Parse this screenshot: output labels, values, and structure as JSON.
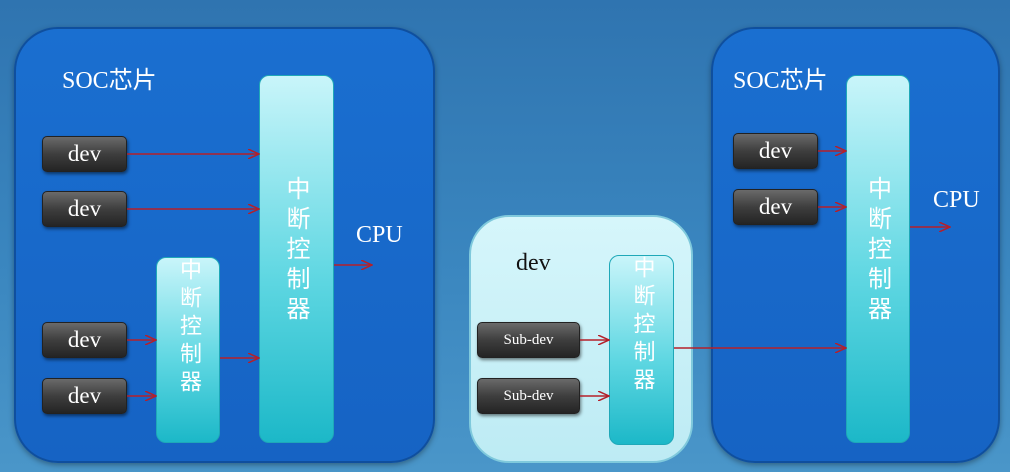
{
  "left_soc": {
    "title": "SOC芯片",
    "devs": [
      "dev",
      "dev",
      "dev",
      "dev"
    ],
    "main_controller": "中断控制器",
    "sub_controller": "中断控制器",
    "cpu": "CPU"
  },
  "middle_device": {
    "title": "dev",
    "subdevs": [
      "Sub-dev",
      "Sub-dev"
    ],
    "controller": "中断控制器"
  },
  "right_soc": {
    "title": "SOC芯片",
    "devs": [
      "dev",
      "dev"
    ],
    "controller": "中断控制器",
    "cpu": "CPU"
  },
  "colors": {
    "arrow": "#b5202a",
    "soc_fill": "#1a6fd0",
    "controller_fill": "#5fd7e2"
  }
}
